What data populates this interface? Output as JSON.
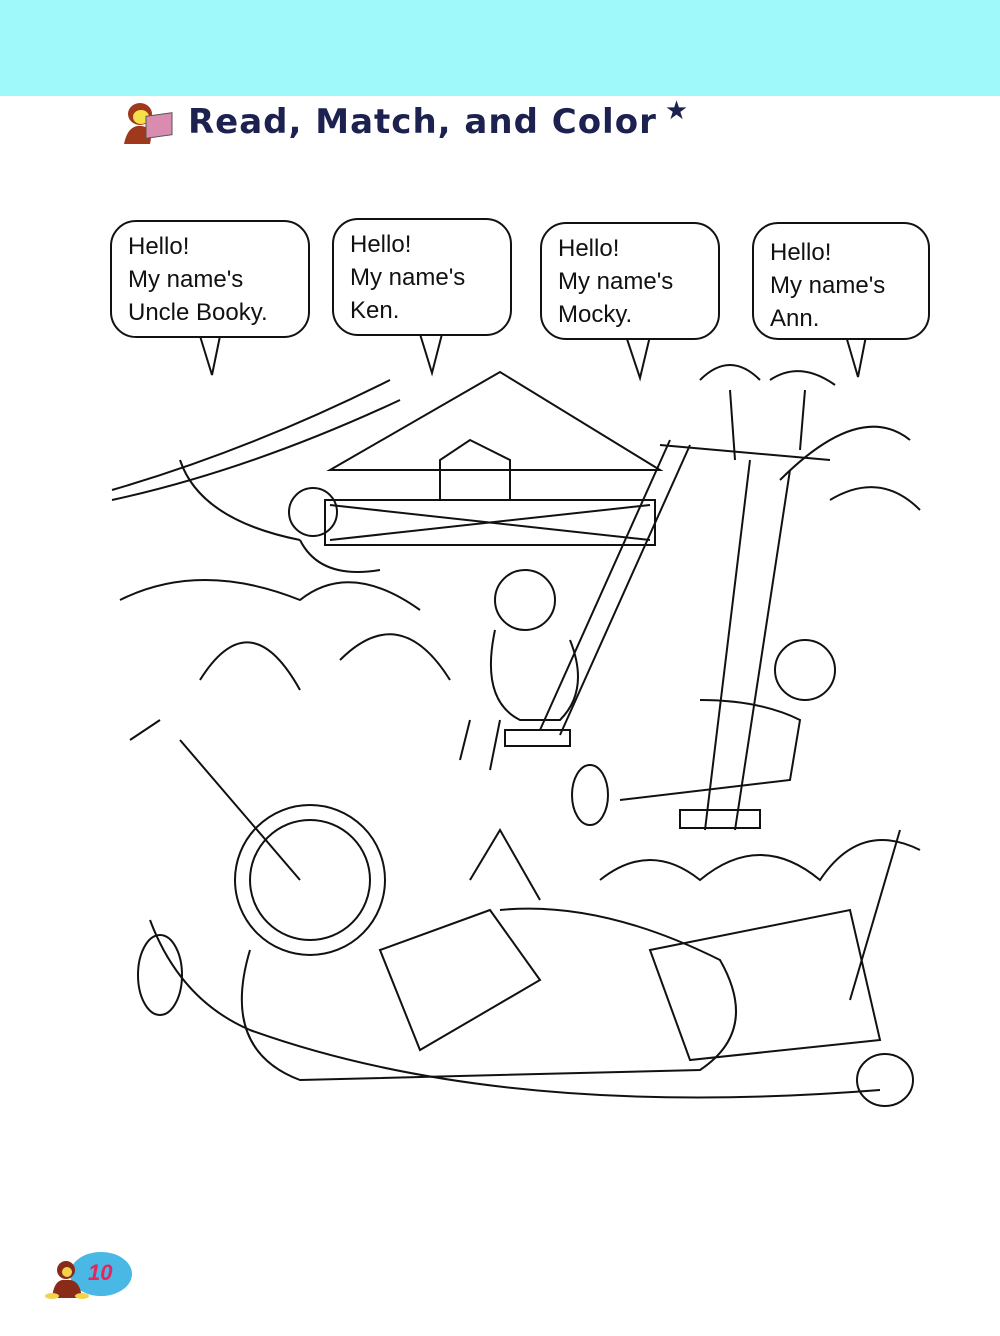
{
  "header": {
    "title": "Read, Match, and Color",
    "star_icon": "star-icon",
    "mascot_icon": "monkey-reading-icon"
  },
  "bubbles": [
    {
      "lines": [
        "Hello!",
        "My name's",
        "Uncle  Booky."
      ]
    },
    {
      "lines": [
        "Hello!",
        "My name's",
        "Ken."
      ]
    },
    {
      "lines": [
        "Hello!",
        "My name's",
        "Mocky."
      ]
    },
    {
      "lines": [
        "Hello!",
        "My name's",
        "Ann."
      ]
    }
  ],
  "footer": {
    "page_number": "10"
  },
  "colors": {
    "top_bar": "#9ff9fb",
    "title": "#1c2150",
    "page_badge": "#49b8e4",
    "page_number": "#e8245a"
  }
}
